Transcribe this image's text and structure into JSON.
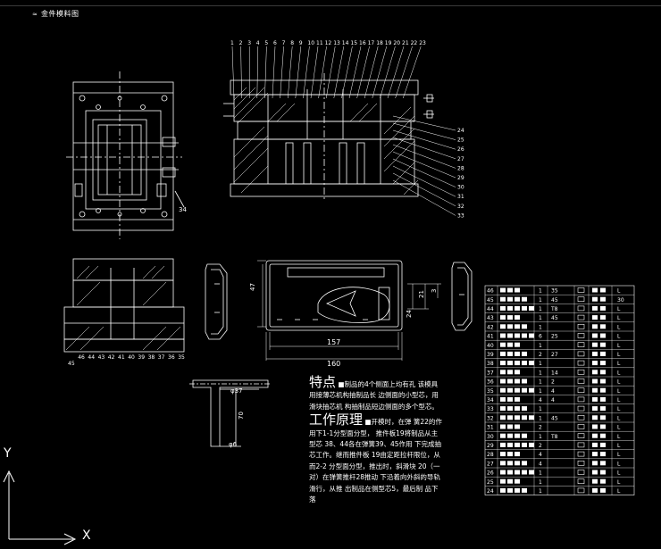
{
  "title": "金件模料图",
  "callouts_top": [
    "1",
    "2",
    "3",
    "4",
    "5",
    "6",
    "7",
    "8",
    "9",
    "10",
    "11",
    "12",
    "13",
    "14",
    "15",
    "16",
    "17",
    "18",
    "19",
    "20",
    "21",
    "22",
    "23"
  ],
  "callouts_right": [
    "24",
    "25",
    "26",
    "27",
    "28",
    "29",
    "30",
    "31",
    "32",
    "33"
  ],
  "callouts_bottom": [
    "45",
    "46",
    "44",
    "43",
    "42",
    "41",
    "40",
    "39",
    "38",
    "37",
    "36",
    "35"
  ],
  "label_34": "34",
  "dims": {
    "w157": "157",
    "w160": "160",
    "h47": "47",
    "h24": "24",
    "h21": "21",
    "h3": "3",
    "d37": "φ37",
    "h70": "70",
    "d6": "φ6"
  },
  "notes": {
    "feature_head": "特点",
    "feature_text": "■制品的4个侧面上均有孔 该模具用接薄芯机构抽制品长 边侧面的小型芯，用滑块抽芯机 构抽制品短边侧面的多个型芯。",
    "principle_head": "工作原理",
    "principle_text": "■开模时，在弹 簧22的作用下1-1分型面分型， 推件板19将制品从主型芯 38、44各在弹簧39、45作用 下完成抽芯工作。继而推件板 19由定距拉杆限位，从而2-2 分型面分型，推出时，斜滑块 20（一对）在弹簧推杆28推动 下沿着向外斜的导轨滑行，从推 出制品在侧型芯5，最后制 品下落"
  },
  "table": {
    "nums": [
      "46",
      "45",
      "44",
      "43",
      "42",
      "41",
      "40",
      "39",
      "38",
      "37",
      "36",
      "35",
      "34",
      "33",
      "32",
      "31",
      "30",
      "29",
      "28",
      "27",
      "26",
      "25",
      "24"
    ],
    "qty": [
      "1",
      "1",
      "1",
      "1",
      "1",
      "6",
      "1",
      "2",
      "1",
      "1",
      "1",
      "1",
      "4",
      "1",
      "1",
      "2",
      "1",
      "2",
      "4",
      "4",
      "1",
      "1",
      "1"
    ],
    "mat": [
      "35",
      "45",
      "T8",
      "45",
      "",
      "25",
      "",
      "27",
      "",
      "14",
      "2",
      "4",
      "4",
      "",
      "45",
      "",
      "T8",
      "",
      "",
      "",
      "",
      "",
      ""
    ],
    "note": [
      "",
      "30",
      "",
      "",
      "",
      "",
      "",
      "",
      "",
      "",
      "",
      "",
      "",
      "",
      "",
      "",
      "",
      "",
      "",
      "",
      "",
      "",
      ""
    ]
  },
  "axis": {
    "x": "X",
    "y": "Y"
  }
}
